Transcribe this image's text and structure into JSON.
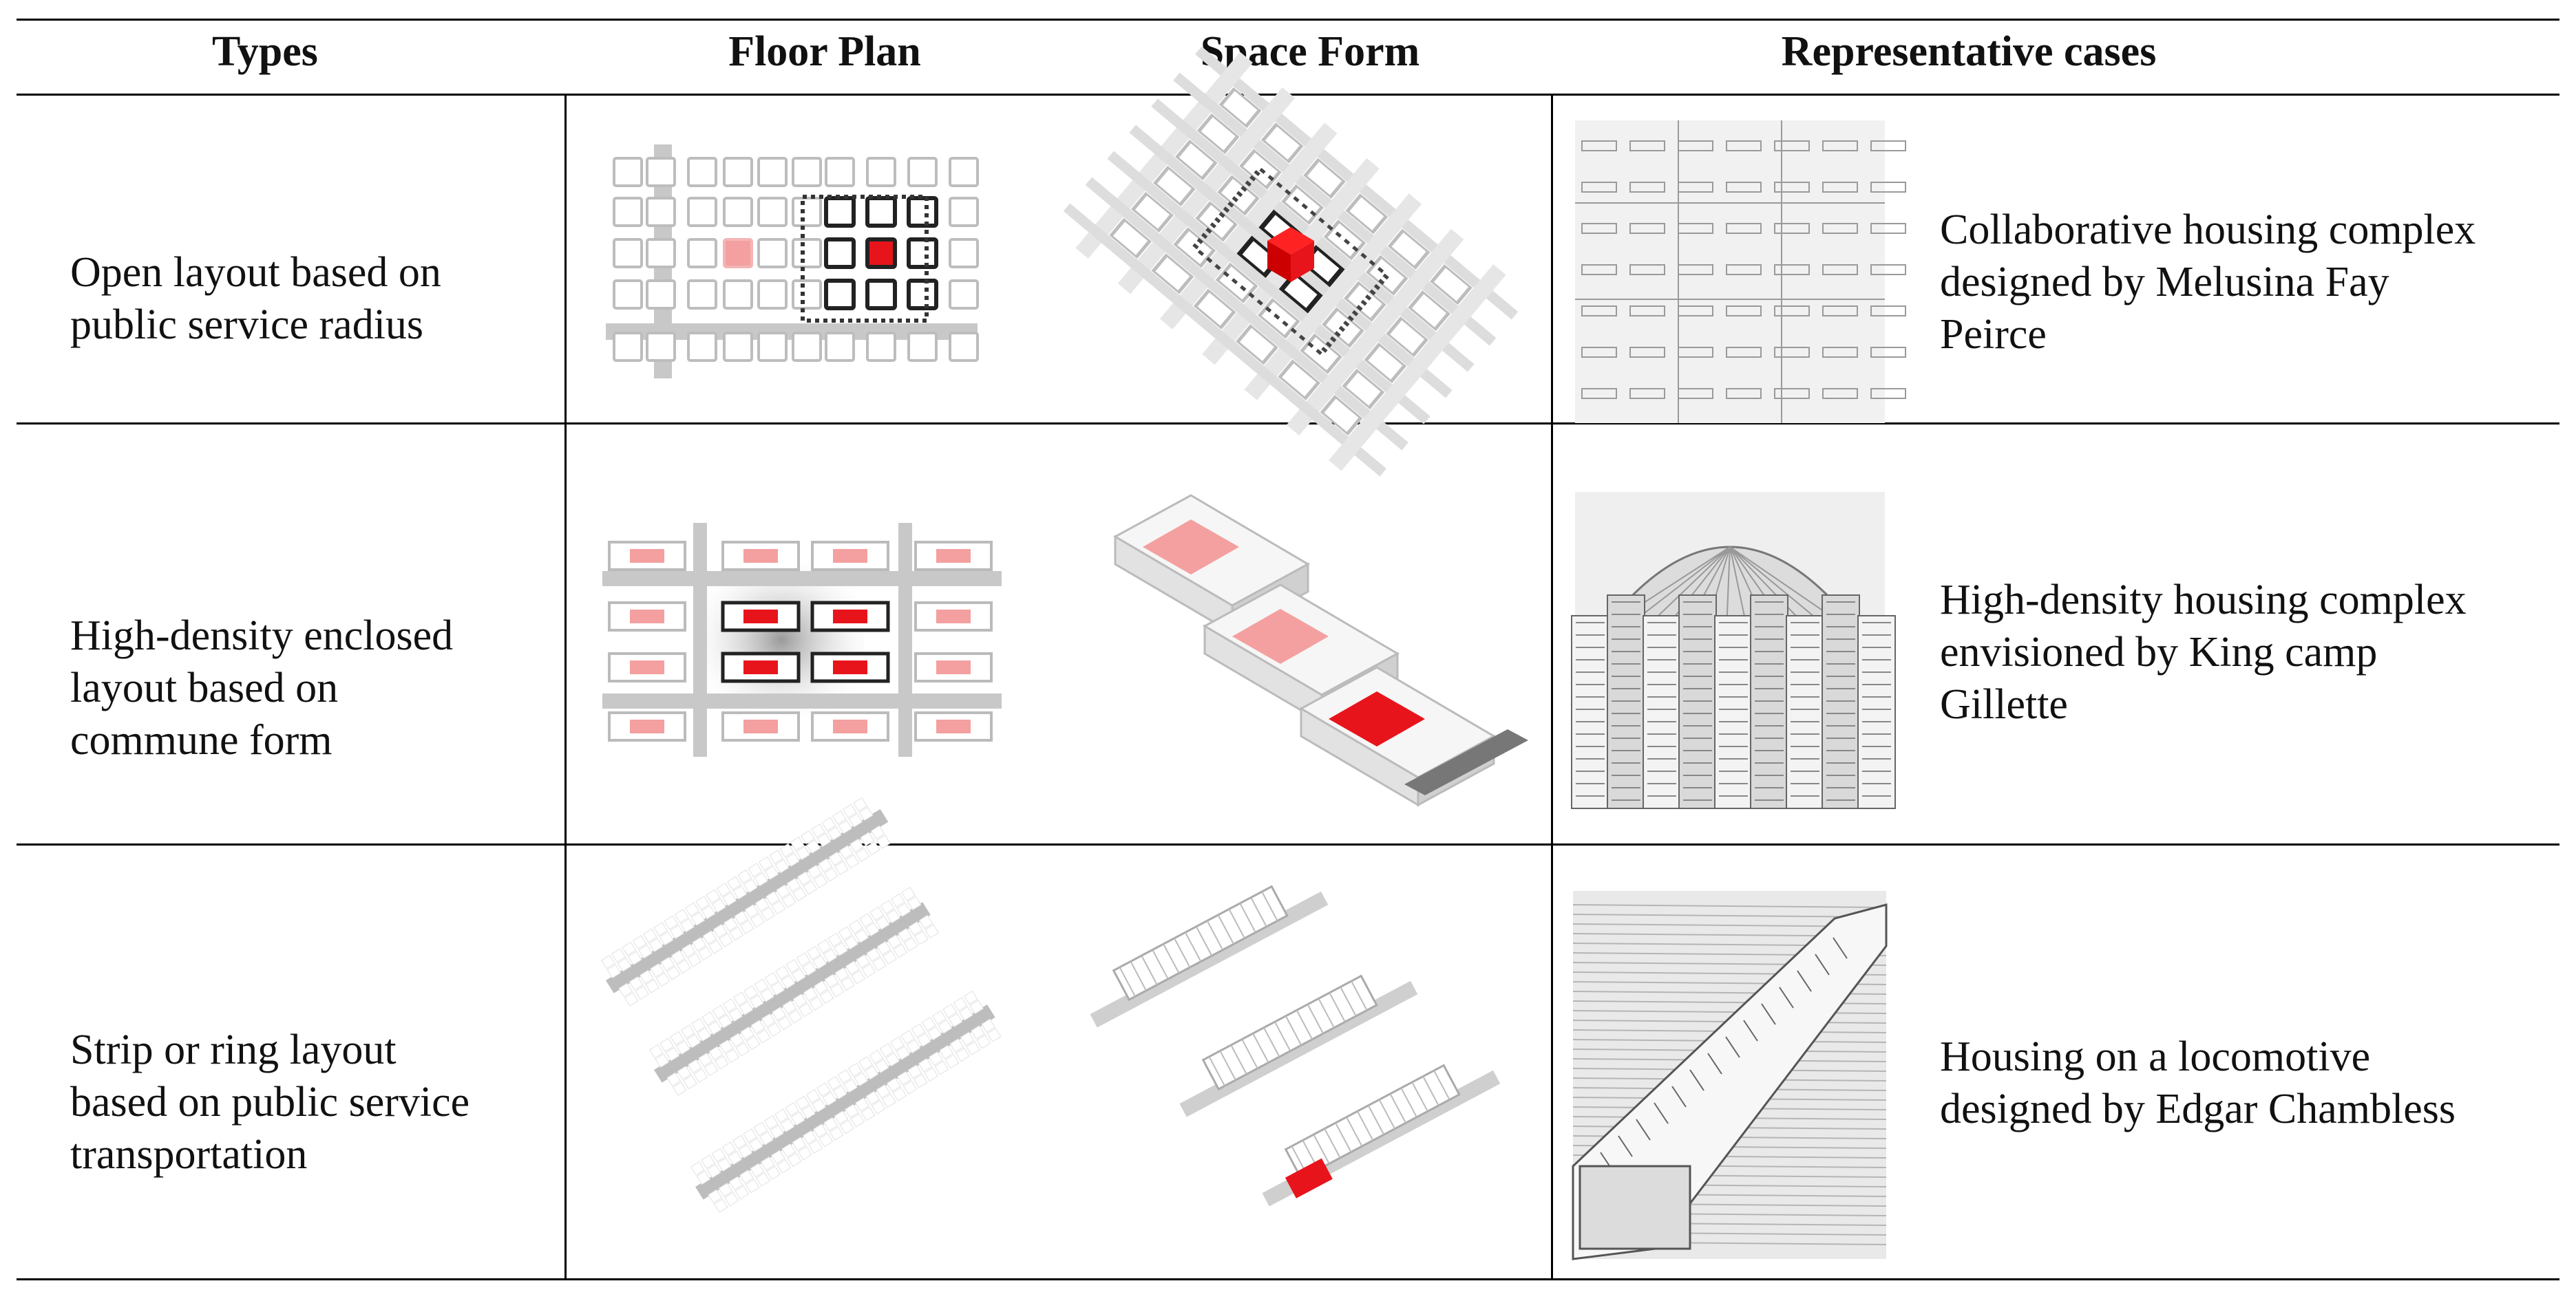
{
  "headers": {
    "types": "Types",
    "floor_plan": "Floor Plan",
    "space_form": "Space Form",
    "cases": "Representative cases"
  },
  "rows": [
    {
      "type": "Open layout based on\npublic service radius",
      "case": "Collaborative housing complex\ndesigned by Melusina Fay\nPeirce"
    },
    {
      "type": "High-density enclosed\nlayout based on\ncommune form",
      "case": "High-density housing complex\nenvisioned by King camp\nGillette"
    },
    {
      "type": "Strip or ring layout\nbased on public service\ntransportation",
      "case": "Housing on a locomotive\ndesigned by Edgar Chambless"
    }
  ],
  "colors": {
    "accent_red": "#e8141b",
    "light_red": "#f4a0a0",
    "road_gray": "#c8c8c8",
    "border": "#000000"
  }
}
